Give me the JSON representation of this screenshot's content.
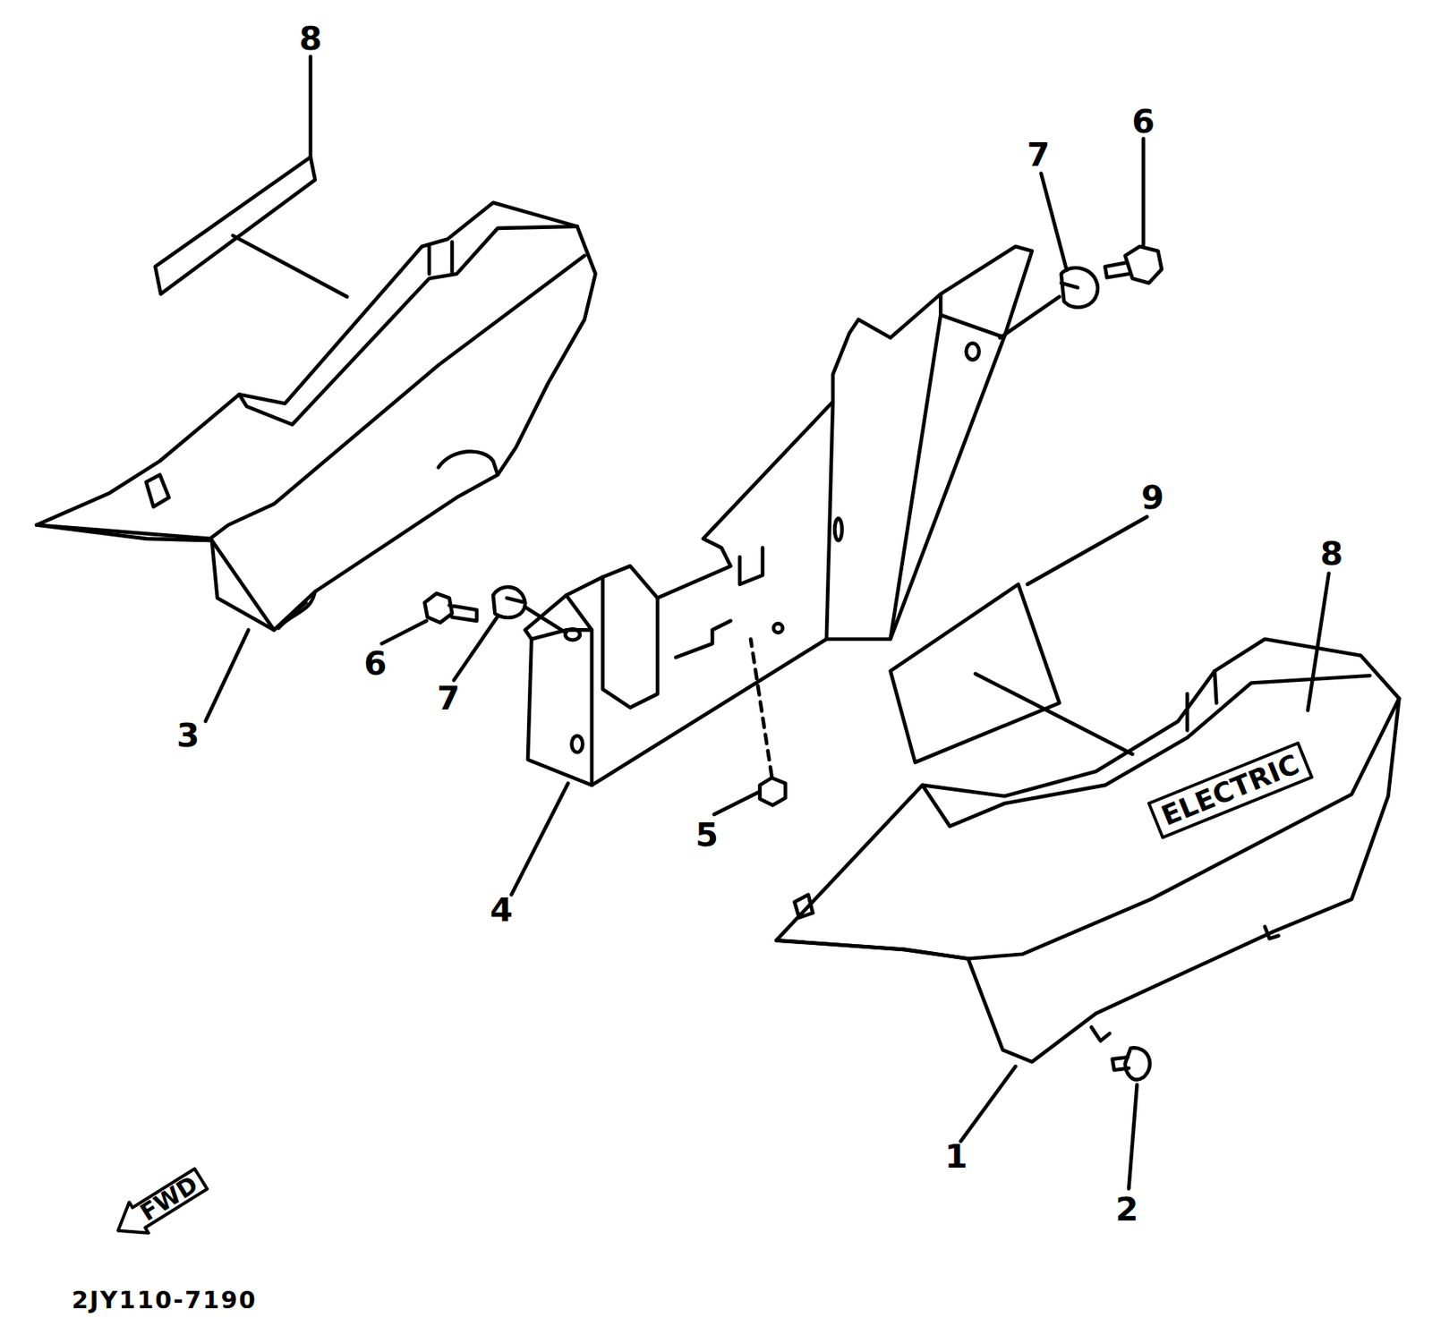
{
  "diagram": {
    "nodes": [
      {
        "text": [
          "ELECTRIC"
        ]
      },
      {
        "text": [
          "FWD"
        ]
      }
    ],
    "labels": [
      "8",
      "6",
      "7",
      "3",
      "6",
      "7",
      "9",
      "8",
      "4",
      "5",
      "1",
      "2",
      "2JY110-7190"
    ]
  }
}
